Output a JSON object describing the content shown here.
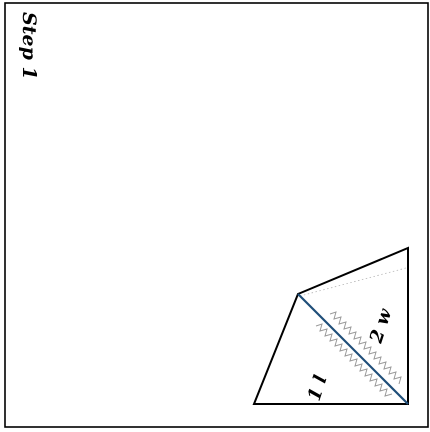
{
  "step_label": "Step 1",
  "triangle_labels": {
    "left": "1 l",
    "right": "2 w"
  },
  "colors": {
    "border": "#000000",
    "diagonal": "#1f4e79",
    "zigzag": "#9a9a9a",
    "dotted": "#b5b5b5",
    "background": "#ffffff"
  }
}
